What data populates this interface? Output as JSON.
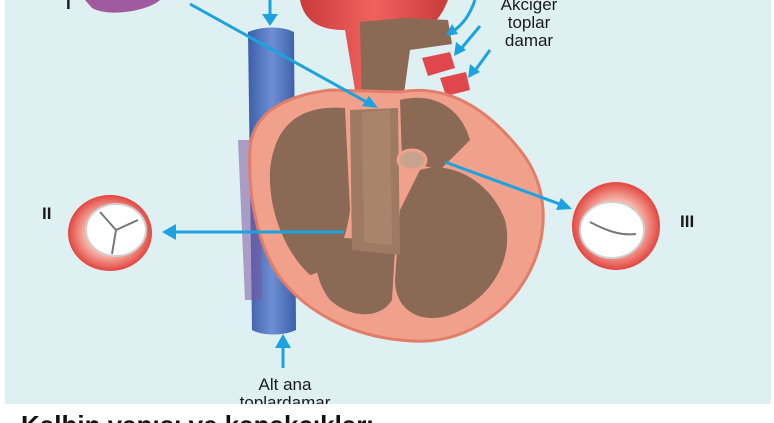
{
  "labels": {
    "roman_left_top": "I",
    "roman_left": "II",
    "roman_right": "III",
    "pulmonary_vein": "Akciğer\ntoplar\ndamar",
    "inferior_vena_cava": "Alt ana\ntoplardamar"
  },
  "caption_cut": "Kalbin yapısı ve kapakçıkları",
  "colors": {
    "background": "#dff0f3",
    "arrow": "#1aa3e0",
    "vein": "#4b6fb8",
    "artery": "#e0474c",
    "muscle": "#f1a08b",
    "inner": "#8b6a55",
    "valve_ring": "#e8564f"
  }
}
